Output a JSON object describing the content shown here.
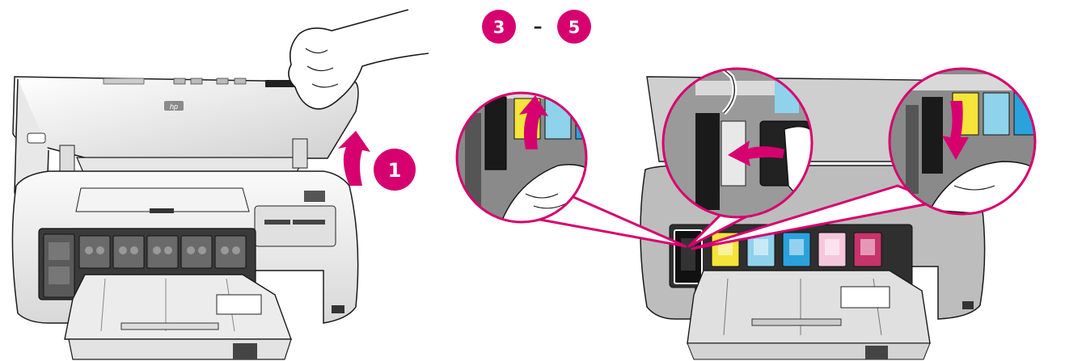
{
  "steps": {
    "lift_cover": "1",
    "range_start": "3",
    "range_separator": "–",
    "range_end": "5"
  },
  "brand": {
    "logo_text": "hp"
  },
  "colors": {
    "accent": "#d6006f",
    "printer_body": "#f2f2f2",
    "printer_outline": "#1a1a1a",
    "cartridge_yellow": "#f5e43a",
    "cartridge_cyan": "#8fd2ec",
    "cartridge_blue": "#2aa2dc",
    "cartridge_pink": "#f6c7dc",
    "cartridge_magenta": "#c7336b"
  },
  "icons": {
    "hand": "hand-icon",
    "arrow_up": "up-arrow-icon",
    "arrow_left": "left-arrow-icon",
    "arrow_down": "down-arrow-icon"
  }
}
